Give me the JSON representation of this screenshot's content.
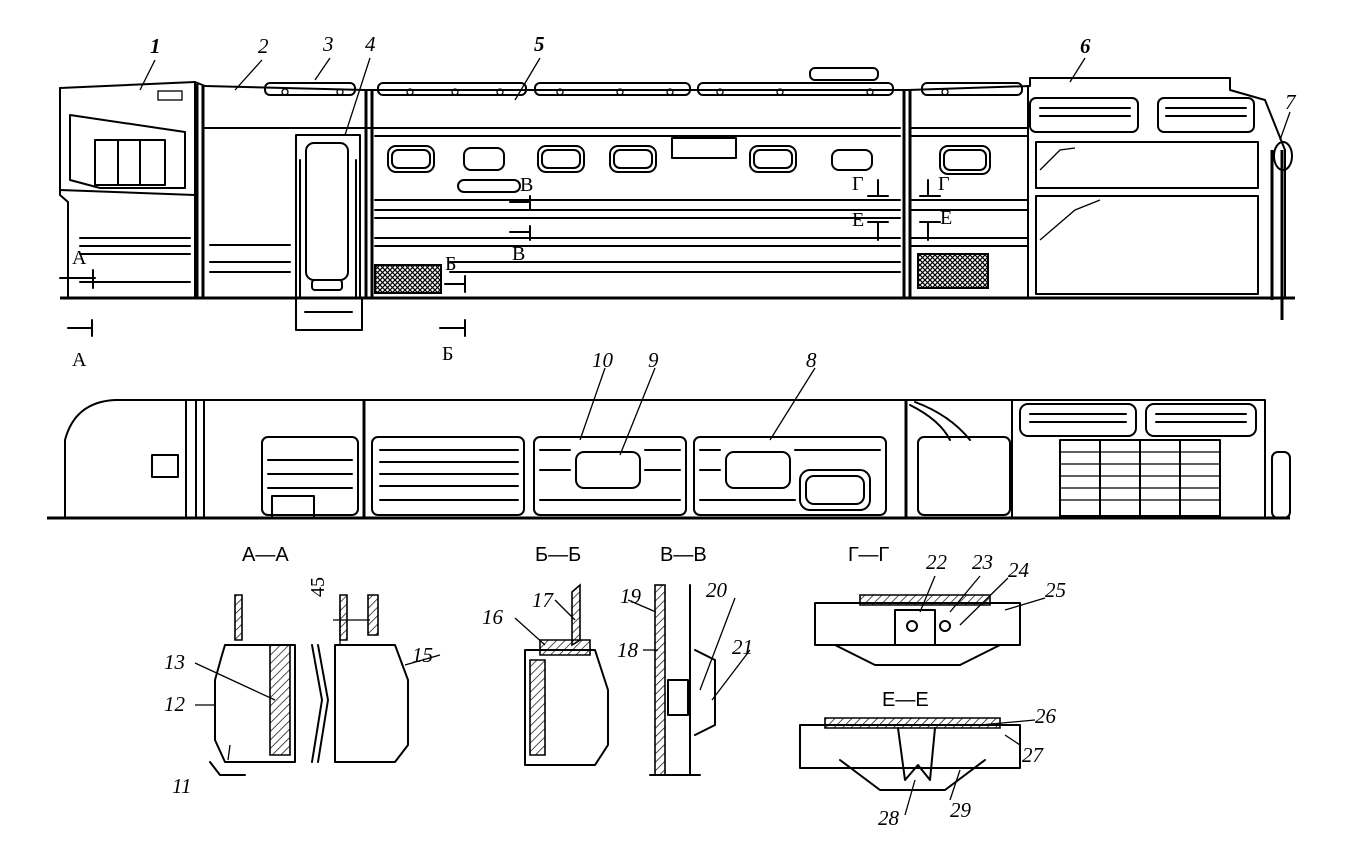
{
  "callouts": {
    "c1": "1",
    "c2": "2",
    "c3": "3",
    "c4": "4",
    "c5": "5",
    "c6": "6",
    "c7": "7",
    "c8": "8",
    "c9": "9",
    "c10": "10",
    "c11": "11",
    "c12": "12",
    "c13": "13",
    "c15": "15",
    "c16": "16",
    "c17": "17",
    "c18": "18",
    "c19": "19",
    "c20": "20",
    "c21": "21",
    "c22": "22",
    "c23": "23",
    "c24": "24",
    "c25": "25",
    "c26": "26",
    "c27": "27",
    "c28": "28",
    "c29": "29"
  },
  "cut_marks": {
    "a": "А",
    "b": "Б",
    "v": "В",
    "g": "Г",
    "e": "Е"
  },
  "section_titles": {
    "aa": "А—А",
    "bb": "Б—Б",
    "vv": "В—В",
    "gg": "Г—Г",
    "ee": "Е—Е"
  },
  "dimensions": {
    "gap": "45"
  }
}
